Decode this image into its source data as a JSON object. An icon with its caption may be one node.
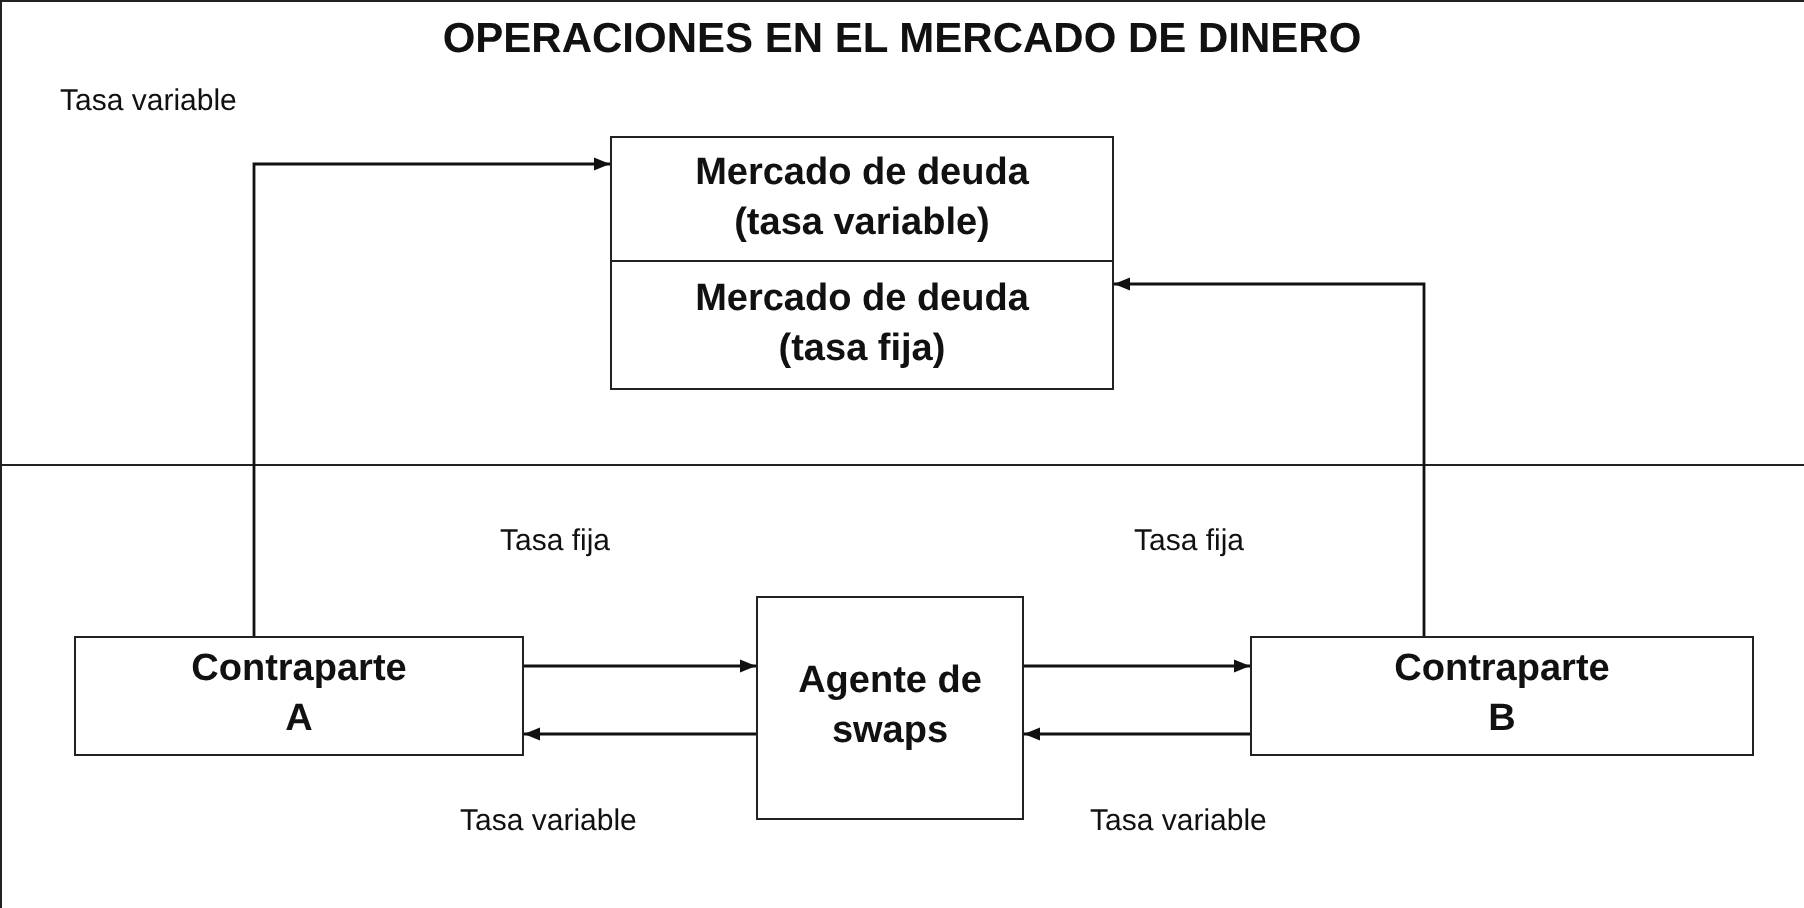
{
  "diagram": {
    "title": "OPERACIONES EN EL MERCADO DE DINERO",
    "nodes": [
      {
        "text": [
          "Mercado de deuda (tasa variable)"
        ]
      },
      {
        "text": [
          "Mercado de deuda (tasa fija)"
        ]
      },
      {
        "text": [
          "Contraparte A"
        ]
      },
      {
        "text": [
          "Agente de swaps"
        ]
      },
      {
        "text": [
          "Contraparte B"
        ]
      }
    ],
    "edges": [
      {
        "from": 2,
        "to": 0,
        "arrow": "to",
        "label": "Tasa variable"
      },
      {
        "from": 4,
        "to": 1,
        "arrow": "to"
      },
      {
        "from": 2,
        "to": 3,
        "arrow": "to",
        "label": "Tasa fija"
      },
      {
        "from": 3,
        "to": 2,
        "arrow": "to",
        "label": "Tasa variable"
      },
      {
        "from": 3,
        "to": 4,
        "arrow": "to",
        "label": "Tasa fija"
      },
      {
        "from": 4,
        "to": 3,
        "arrow": "to",
        "label": "Tasa variable"
      }
    ]
  }
}
